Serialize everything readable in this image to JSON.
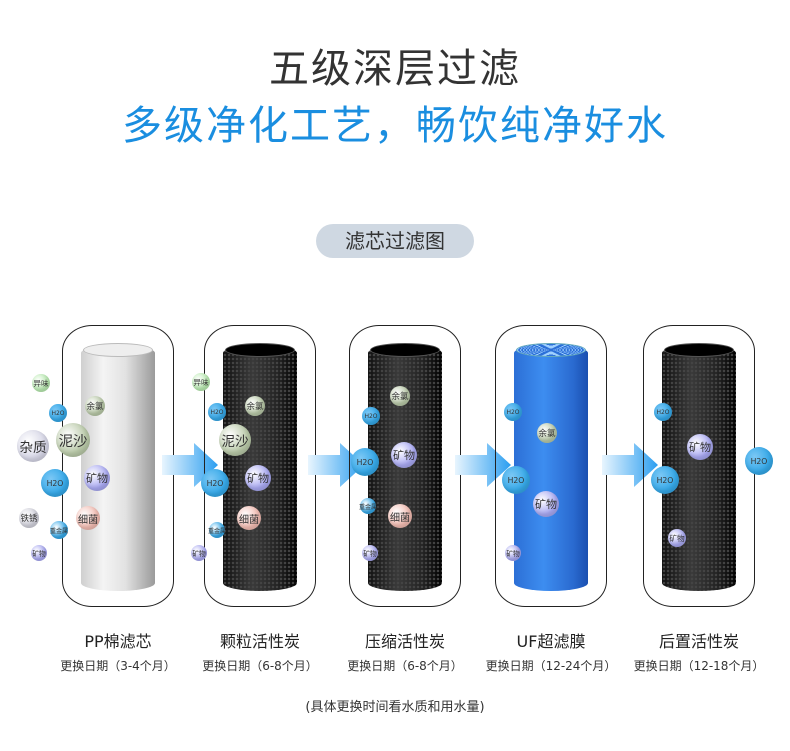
{
  "header": {
    "title": "五级深层过滤",
    "subtitle": "多级净化工艺，畅饮纯净好水",
    "section_label": "滤芯过滤图"
  },
  "colors": {
    "green": "#b8eab0",
    "blue": "#35a8e8",
    "sage": "#b9c9a8",
    "lavender": "#d6d6e6",
    "purple": "#a9a9f2",
    "pink": "#f2bcb2",
    "gray": "#d2d2dc"
  },
  "stages": [
    {
      "name": "PP棉滤芯",
      "period": "更换日期（3-4个月）",
      "type": "pp",
      "particles": [
        "异味",
        "H2O",
        "余氯",
        "杂质",
        "泥沙",
        "H2O",
        "矿物",
        "铁锈",
        "重金属",
        "细菌",
        "矿物"
      ]
    },
    {
      "name": "颗粒活性炭",
      "period": "更换日期（6-8个月）",
      "type": "carbon",
      "particles": [
        "异味",
        "H2O",
        "余氯",
        "泥沙",
        "H2O",
        "矿物",
        "重金属",
        "细菌",
        "矿物"
      ]
    },
    {
      "name": "压缩活性炭",
      "period": "更换日期（6-8个月）",
      "type": "carbon",
      "particles": [
        "余氯",
        "H2O",
        "矿物",
        "H2O",
        "重金属",
        "细菌",
        "矿物"
      ]
    },
    {
      "name": "UF超滤膜",
      "period": "更换日期（12-24个月）",
      "type": "uf",
      "particles": [
        "H2O",
        "余氯",
        "H2O",
        "矿物",
        "矿物"
      ]
    },
    {
      "name": "后置活性炭",
      "period": "更换日期（12-18个月）",
      "type": "carbon",
      "particles": [
        "H2O",
        "矿物",
        "H2O",
        "矿物"
      ]
    }
  ],
  "output_particle": "H2O",
  "footnote": "(具体更换时间看水质和用水量)"
}
